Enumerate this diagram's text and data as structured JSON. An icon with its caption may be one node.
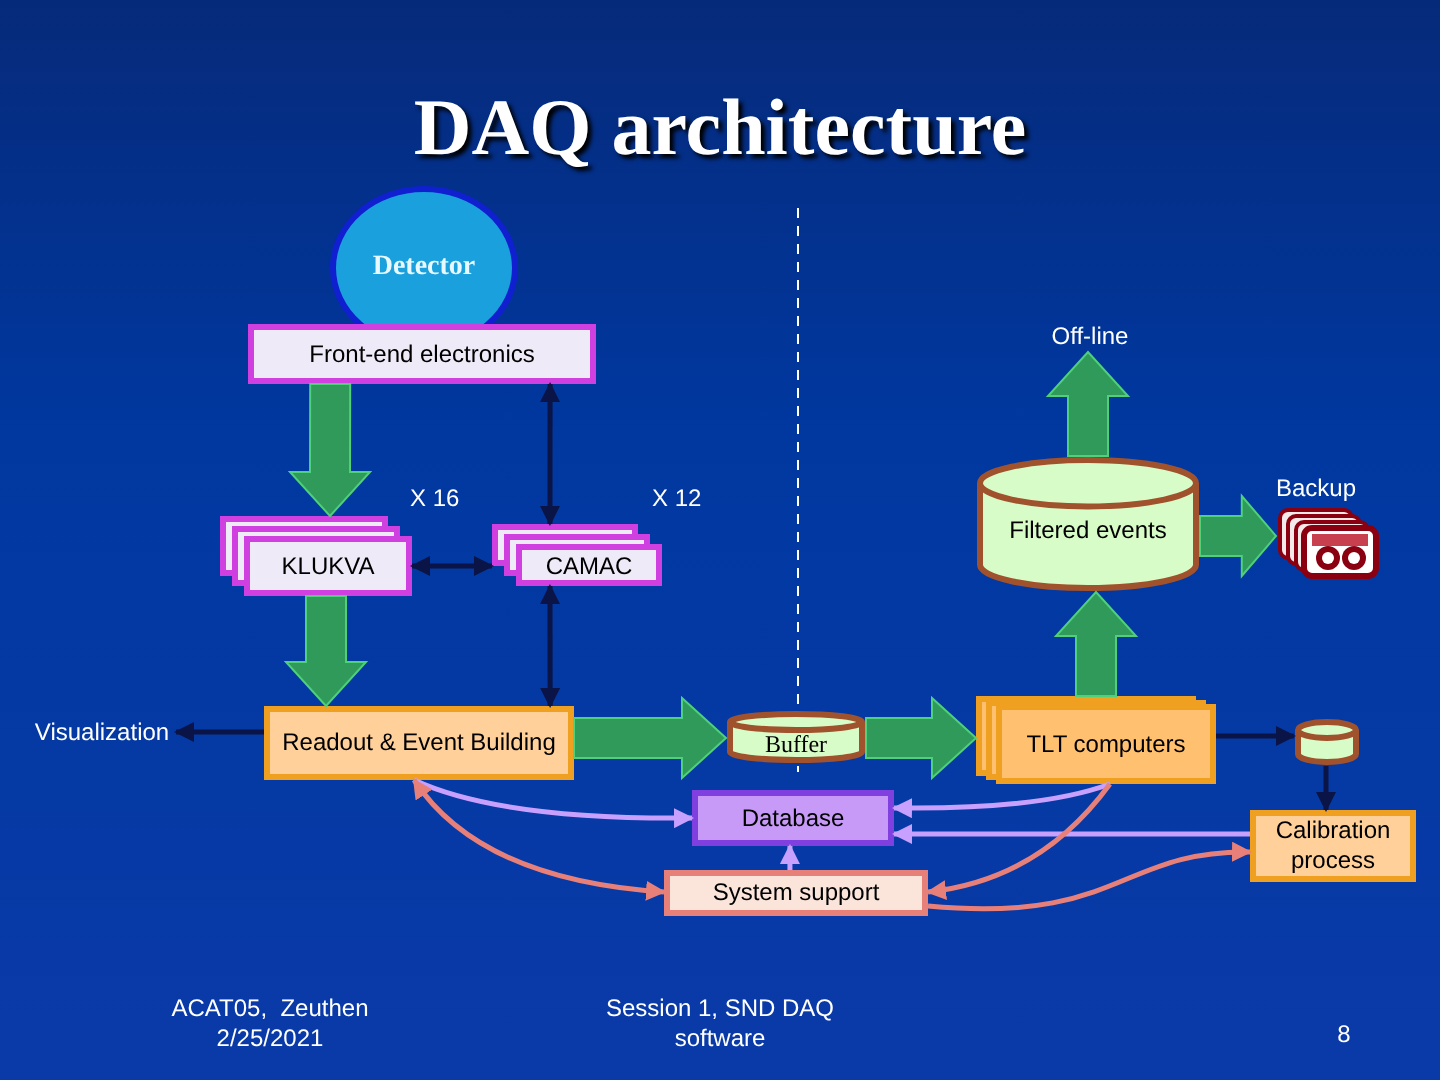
{
  "diagram": {
    "title": "DAQ architecture",
    "nodes": [
      {
        "text": [
          "Detector"
        ]
      },
      {
        "text": [
          "Front-end electronics"
        ]
      },
      {
        "text": [
          "KLUKVA"
        ],
        "beside": [
          "X 16"
        ]
      },
      {
        "text": [
          "CAMAC"
        ],
        "beside": [
          "X 12"
        ]
      },
      {
        "text": [
          "Visualization"
        ]
      },
      {
        "text": [
          "Readout & Event Building"
        ]
      },
      {
        "text": [
          "Buffer"
        ]
      },
      {
        "text": [
          "TLT computers"
        ]
      },
      {
        "text": [],
        "shape": "cylinder"
      },
      {
        "text": [
          "Filtered events"
        ]
      },
      {
        "text": [
          "Off-line"
        ]
      },
      {
        "text": [],
        "shape": "tape",
        "beside": [
          "Backup"
        ]
      },
      {
        "text": [
          "Database"
        ]
      },
      {
        "text": [
          "System support"
        ]
      },
      {
        "text": [
          "Calibration process"
        ]
      }
    ],
    "edges": [
      {
        "from": 1,
        "to": 2,
        "arrow": "to",
        "style": "thick"
      },
      {
        "from": 1,
        "to": 3,
        "arrow": "both",
        "color": "#0a1446"
      },
      {
        "from": 2,
        "to": 3,
        "arrow": "both",
        "color": "#0a1446"
      },
      {
        "from": 2,
        "to": 5,
        "arrow": "to",
        "style": "thick"
      },
      {
        "from": 3,
        "to": 5,
        "arrow": "both",
        "color": "#0a1446"
      },
      {
        "from": 5,
        "to": 4,
        "arrow": "to",
        "color": "#0a1446"
      },
      {
        "from": 5,
        "to": 6,
        "arrow": "to",
        "style": "thick"
      },
      {
        "from": 6,
        "to": 7,
        "arrow": "to",
        "style": "thick"
      },
      {
        "from": 7,
        "to": 9,
        "arrow": "to",
        "style": "thick"
      },
      {
        "from": 9,
        "to": 10,
        "arrow": "to",
        "style": "thick"
      },
      {
        "from": 9,
        "to": 11,
        "arrow": "to",
        "style": "thick"
      },
      {
        "from": 7,
        "to": 8,
        "arrow": "to",
        "color": "#0a1446"
      },
      {
        "from": 8,
        "to": 14,
        "arrow": "to",
        "color": "#0a1446"
      },
      {
        "from": 5,
        "to": 12,
        "arrow": "to",
        "color": "#c8a0ff"
      },
      {
        "from": 5,
        "to": 13,
        "arrow": "both",
        "color": "#e8807a"
      },
      {
        "from": 7,
        "to": 12,
        "arrow": "to",
        "color": "#c8a0ff"
      },
      {
        "from": 14,
        "to": 12,
        "arrow": "to",
        "color": "#c8a0ff"
      },
      {
        "from": 13,
        "to": 12,
        "arrow": "to",
        "color": "#c8a0ff"
      },
      {
        "from": 7,
        "to": 13,
        "arrow": "to",
        "color": "#e8807a"
      },
      {
        "from": 13,
        "to": 14,
        "arrow": "to",
        "color": "#e8807a"
      }
    ],
    "labels": [
      "ACAT05,  Zeuthen 2/25/2021",
      "Session 1, SND DAQ software",
      "8"
    ]
  }
}
